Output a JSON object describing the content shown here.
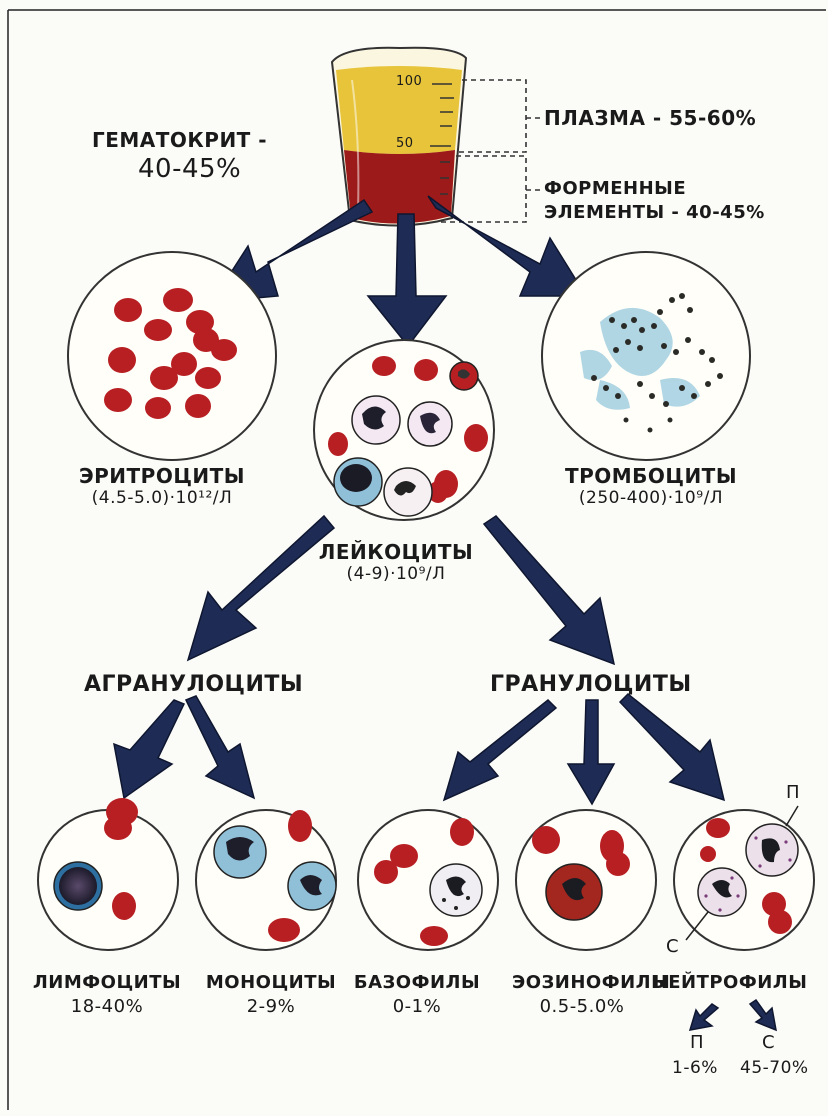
{
  "beaker": {
    "mark_100": "100",
    "mark_50": "50"
  },
  "hematocrit": {
    "line1": "ГЕМАТОКРИТ -",
    "line2": "40-45%"
  },
  "plasma": "ПЛАЗМА - 55-60%",
  "formed_elements": {
    "line1": "ФОРМЕННЫЕ",
    "line2": "ЭЛЕМЕНТЫ - 40-45%"
  },
  "erythrocytes": {
    "name": "ЭРИТРОЦИТЫ",
    "value": "(4.5-5.0)·10¹²/Л"
  },
  "thrombocytes": {
    "name": "ТРОМБОЦИТЫ",
    "value": "(250-400)·10⁹/Л"
  },
  "leukocytes": {
    "name": "ЛЕЙКОЦИТЫ",
    "value": "(4-9)·10⁹/Л"
  },
  "agranulocytes": "АГРАНУЛОЦИТЫ",
  "granulocytes": "ГРАНУЛОЦИТЫ",
  "lymphocytes": {
    "name": "ЛИМФОЦИТЫ",
    "value": "18-40%"
  },
  "monocytes": {
    "name": "МОНОЦИТЫ",
    "value": "2-9%"
  },
  "basophils": {
    "name": "БАЗОФИЛЫ",
    "value": "0-1%"
  },
  "eosinophils": {
    "name": "ЭОЗИНОФИЛЫ",
    "value": "0.5-5.0%"
  },
  "neutrophils": {
    "name": "НЕЙТРОФИЛЫ",
    "band_label": "П",
    "segmented_label": "С",
    "band_value": "1-6%",
    "segmented_value": "45-70%"
  },
  "colors": {
    "arrow": "#1e2c55",
    "rbc": "#b81f23",
    "plasma": "#e7c43a",
    "blood": "#9c1a19",
    "platelet_blue": "#a8d2e2"
  }
}
